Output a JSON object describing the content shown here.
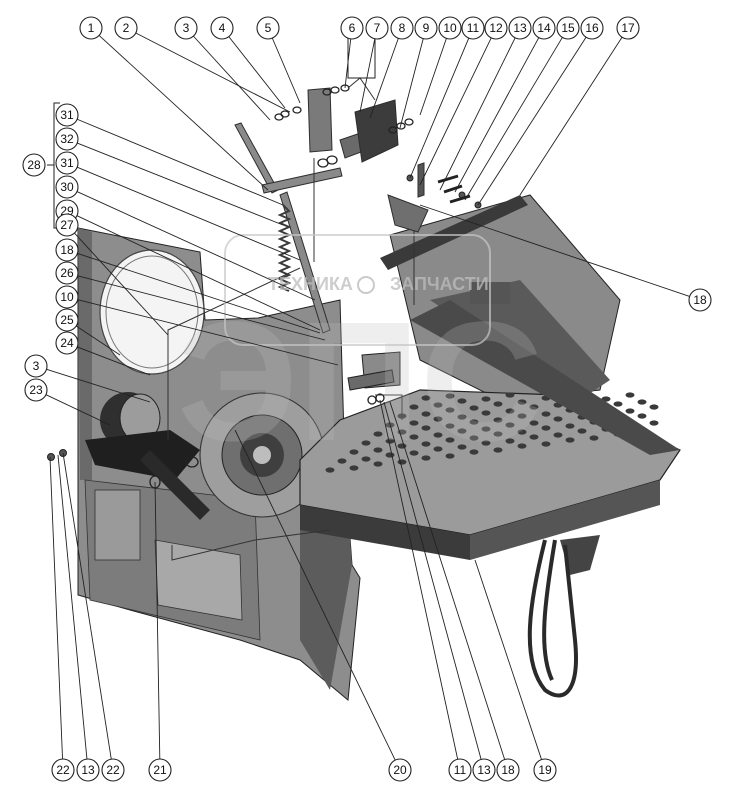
{
  "watermark": {
    "left_text": "ТЕХНИКА",
    "right_text": "ЗАПЧАСТИ",
    "big_letters": "ЭПС"
  },
  "callouts_top": [
    "1",
    "2",
    "3",
    "4",
    "5",
    "6",
    "7",
    "8",
    "9",
    "10",
    "11",
    "12",
    "13",
    "14",
    "15",
    "16",
    "17"
  ],
  "callouts_left": [
    "31",
    "32",
    "31",
    "30",
    "29",
    "27",
    "18",
    "26",
    "10",
    "25",
    "24",
    "3",
    "23"
  ],
  "callout_28": "28",
  "callout_right_18": "18",
  "callouts_bottom": [
    "22",
    "13",
    "22",
    "21",
    "20",
    "11",
    "13",
    "18",
    "19"
  ],
  "colors": {
    "outline": "#222222",
    "part_dark": "#2e2e2e",
    "part_mid": "#6e6e6e",
    "part_light": "#a9a9a9",
    "part_pale": "#cfcfcf",
    "watermark": "#bdbdbd"
  }
}
